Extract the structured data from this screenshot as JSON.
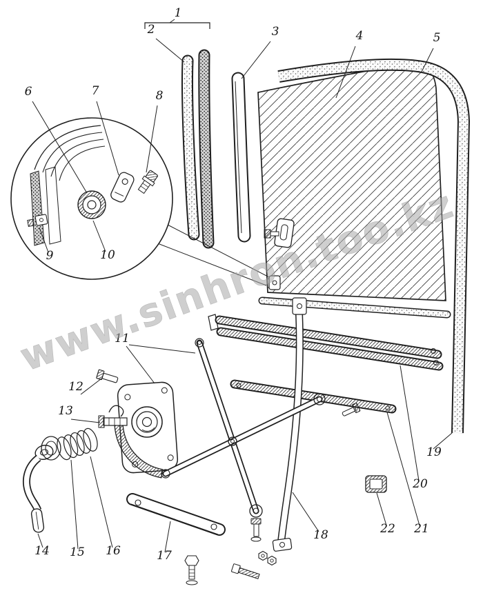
{
  "watermark": {
    "text": "www.sinhron.too.kz",
    "color": "#a8a8a8"
  },
  "colors": {
    "line": "#1f1f1f",
    "paper": "#ffffff"
  },
  "callouts": [
    {
      "label": "1"
    },
    {
      "label": "2"
    },
    {
      "label": "3"
    },
    {
      "label": "4"
    },
    {
      "label": "5"
    },
    {
      "label": "6"
    },
    {
      "label": "7"
    },
    {
      "label": "8"
    },
    {
      "label": "9"
    },
    {
      "label": "10"
    },
    {
      "label": "11"
    },
    {
      "label": "12"
    },
    {
      "label": "13"
    },
    {
      "label": "14"
    },
    {
      "label": "15"
    },
    {
      "label": "16"
    },
    {
      "label": "17"
    },
    {
      "label": "18"
    },
    {
      "label": "19"
    },
    {
      "label": "20"
    },
    {
      "label": "21"
    },
    {
      "label": "22"
    }
  ]
}
